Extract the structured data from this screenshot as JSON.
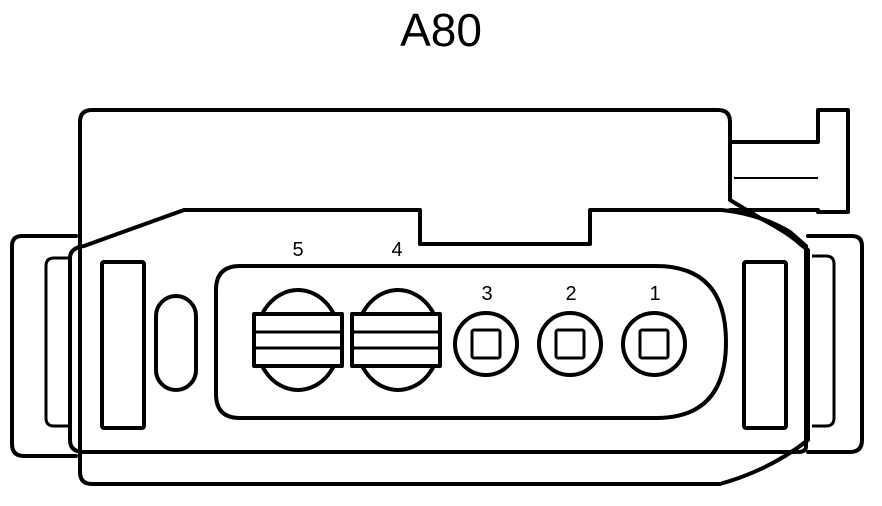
{
  "title": "A80",
  "pins": [
    {
      "label": "5",
      "type": "large"
    },
    {
      "label": "4",
      "type": "large"
    },
    {
      "label": "3",
      "type": "small"
    },
    {
      "label": "2",
      "type": "small"
    },
    {
      "label": "1",
      "type": "small"
    }
  ]
}
